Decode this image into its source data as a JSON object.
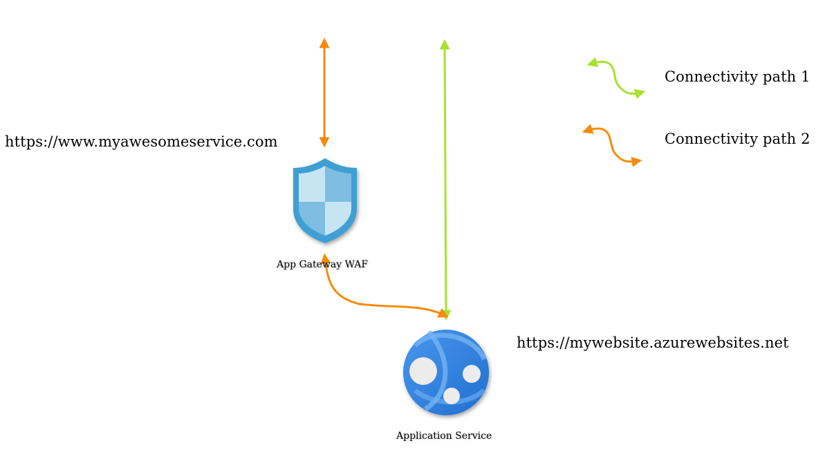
{
  "nodes": {
    "waf": {
      "label": "App Gateway WAF",
      "icon": "shield-icon",
      "url": "https://www.myawesomeservice.com"
    },
    "app_service": {
      "label": "Application Service",
      "icon": "app-service-globe-icon",
      "url": "https://mywebsite.azurewebsites.net"
    }
  },
  "legend": {
    "path1": {
      "label": "Connectivity path 1",
      "color": "#a6e22e"
    },
    "path2": {
      "label": "Connectivity path 2",
      "color": "#f58b0c"
    }
  },
  "colors": {
    "shield_outer": "#3f9fd3",
    "shield_light": "#c7e4f3",
    "shield_mid": "#7ebde1",
    "globe_dark": "#1f6fd0",
    "globe_light": "#4a97ec",
    "node_fill": "#ececec"
  }
}
